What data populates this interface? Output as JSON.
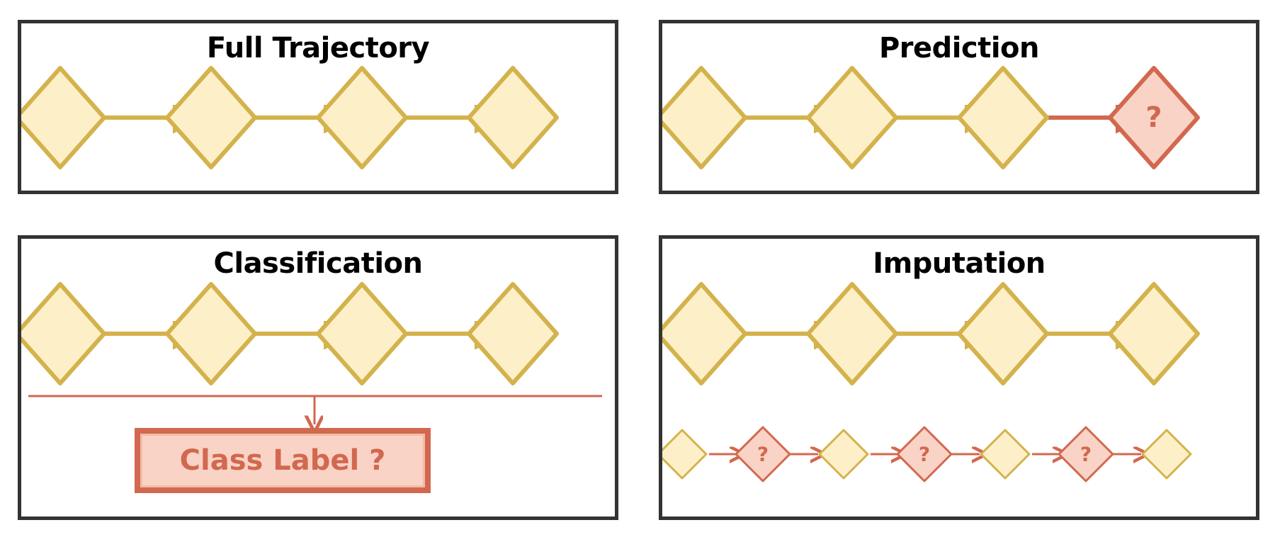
{
  "figure": {
    "kind": "four-panel-task-diagram",
    "panel_count": 4,
    "background": "#FFFFFF"
  },
  "palette": {
    "panel_border": "#333333",
    "node_fill": "#FDF0C8",
    "node_stroke": "#D4B24C",
    "unknown_fill": "#F9D3C6",
    "unknown_stroke": "#D2684F",
    "arrow_normal": "#D4B24C",
    "arrow_unknown": "#D2684F",
    "text_dark": "#000000"
  },
  "panels": {
    "full_trajectory": {
      "title": "Full Trajectory",
      "nodes": [
        {
          "id": "t1",
          "type": "observed",
          "label": ""
        },
        {
          "id": "t2",
          "type": "observed",
          "label": ""
        },
        {
          "id": "t3",
          "type": "observed",
          "label": ""
        },
        {
          "id": "t4",
          "type": "observed",
          "label": ""
        }
      ],
      "arrows": [
        {
          "from": "t1",
          "to": "t2",
          "style": "normal"
        },
        {
          "from": "t2",
          "to": "t3",
          "style": "normal"
        },
        {
          "from": "t3",
          "to": "t4",
          "style": "normal"
        }
      ]
    },
    "prediction": {
      "title": "Prediction",
      "nodes": [
        {
          "id": "p1",
          "type": "observed",
          "label": ""
        },
        {
          "id": "p2",
          "type": "observed",
          "label": ""
        },
        {
          "id": "p3",
          "type": "observed",
          "label": ""
        },
        {
          "id": "p4",
          "type": "unknown",
          "label": "?"
        }
      ],
      "arrows": [
        {
          "from": "p1",
          "to": "p2",
          "style": "normal"
        },
        {
          "from": "p2",
          "to": "p3",
          "style": "normal"
        },
        {
          "from": "p3",
          "to": "p4",
          "style": "unknown"
        }
      ]
    },
    "classification": {
      "title": "Classification",
      "nodes": [
        {
          "id": "c1",
          "type": "observed",
          "label": ""
        },
        {
          "id": "c2",
          "type": "observed",
          "label": ""
        },
        {
          "id": "c3",
          "type": "observed",
          "label": ""
        },
        {
          "id": "c4",
          "type": "observed",
          "label": ""
        }
      ],
      "arrows": [
        {
          "from": "c1",
          "to": "c2",
          "style": "normal"
        },
        {
          "from": "c2",
          "to": "c3",
          "style": "normal"
        },
        {
          "from": "c3",
          "to": "c4",
          "style": "normal"
        }
      ],
      "bracket": {
        "style": "unknown",
        "orientation": "horizontal"
      },
      "output_arrow": {
        "style": "unknown",
        "direction": "down"
      },
      "output_box": {
        "label": "Class Label ?"
      }
    },
    "imputation": {
      "title": "Imputation",
      "top_row": {
        "nodes": [
          {
            "id": "i1",
            "type": "observed",
            "label": ""
          },
          {
            "id": "i2",
            "type": "observed",
            "label": ""
          },
          {
            "id": "i3",
            "type": "observed",
            "label": ""
          },
          {
            "id": "i4",
            "type": "observed",
            "label": ""
          }
        ],
        "arrows": [
          {
            "from": "i1",
            "to": "i2",
            "style": "normal"
          },
          {
            "from": "i2",
            "to": "i3",
            "style": "normal"
          },
          {
            "from": "i3",
            "to": "i4",
            "style": "normal"
          }
        ]
      },
      "bottom_row": {
        "nodes": [
          {
            "id": "b1",
            "type": "observed",
            "label": ""
          },
          {
            "id": "b2",
            "type": "unknown",
            "label": "?"
          },
          {
            "id": "b3",
            "type": "observed",
            "label": ""
          },
          {
            "id": "b4",
            "type": "unknown",
            "label": "?"
          },
          {
            "id": "b5",
            "type": "observed",
            "label": ""
          },
          {
            "id": "b6",
            "type": "unknown",
            "label": "?"
          },
          {
            "id": "b7",
            "type": "observed",
            "label": ""
          }
        ],
        "arrows": [
          {
            "from": "b1",
            "to": "b2",
            "style": "unknown"
          },
          {
            "from": "b2",
            "to": "b3",
            "style": "unknown"
          },
          {
            "from": "b3",
            "to": "b4",
            "style": "unknown"
          },
          {
            "from": "b4",
            "to": "b5",
            "style": "unknown"
          },
          {
            "from": "b5",
            "to": "b6",
            "style": "unknown"
          },
          {
            "from": "b6",
            "to": "b7",
            "style": "unknown"
          }
        ]
      }
    }
  }
}
